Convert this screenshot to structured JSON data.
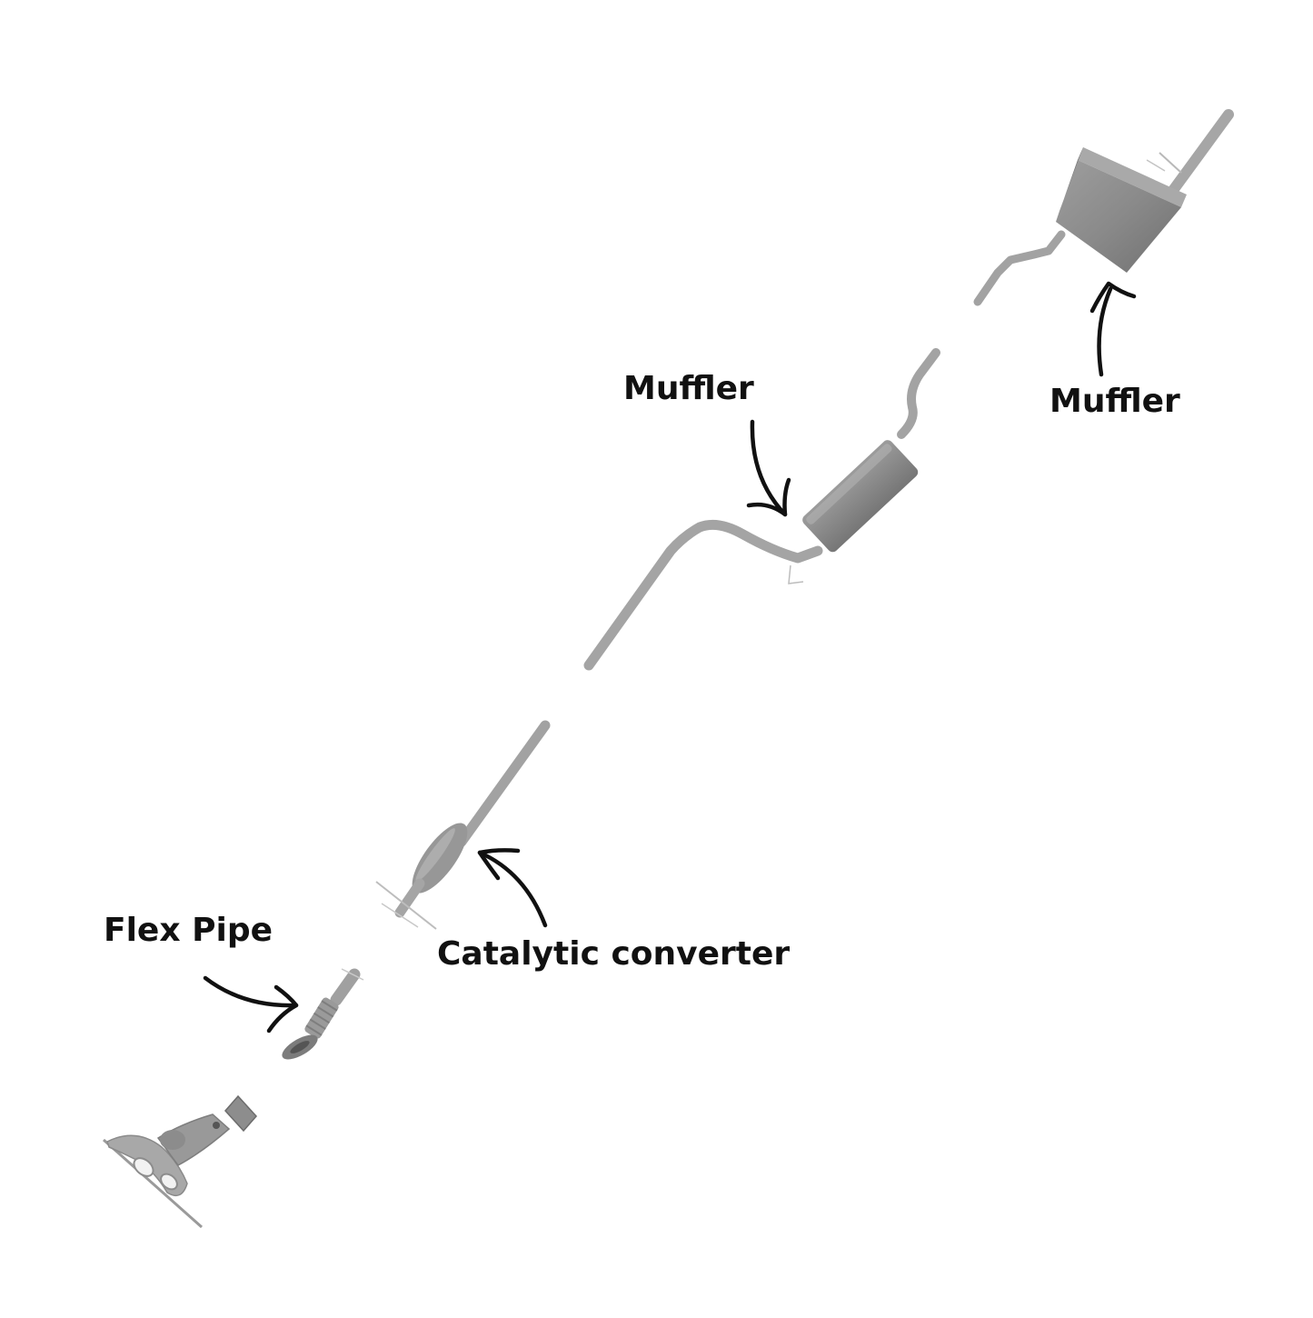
{
  "labels": {
    "muffler_rear": "Muffler",
    "muffler_mid": "Muffler",
    "catalytic_converter": "Catalytic converter",
    "flex_pipe": "Flex Pipe"
  },
  "colors": {
    "pipe": "#a3a3a3",
    "pipe_dark": "#7c7c7c",
    "body": "#8f8f8f",
    "body_light": "#b4b4b4",
    "arrow": "#111111",
    "text": "#111111"
  }
}
